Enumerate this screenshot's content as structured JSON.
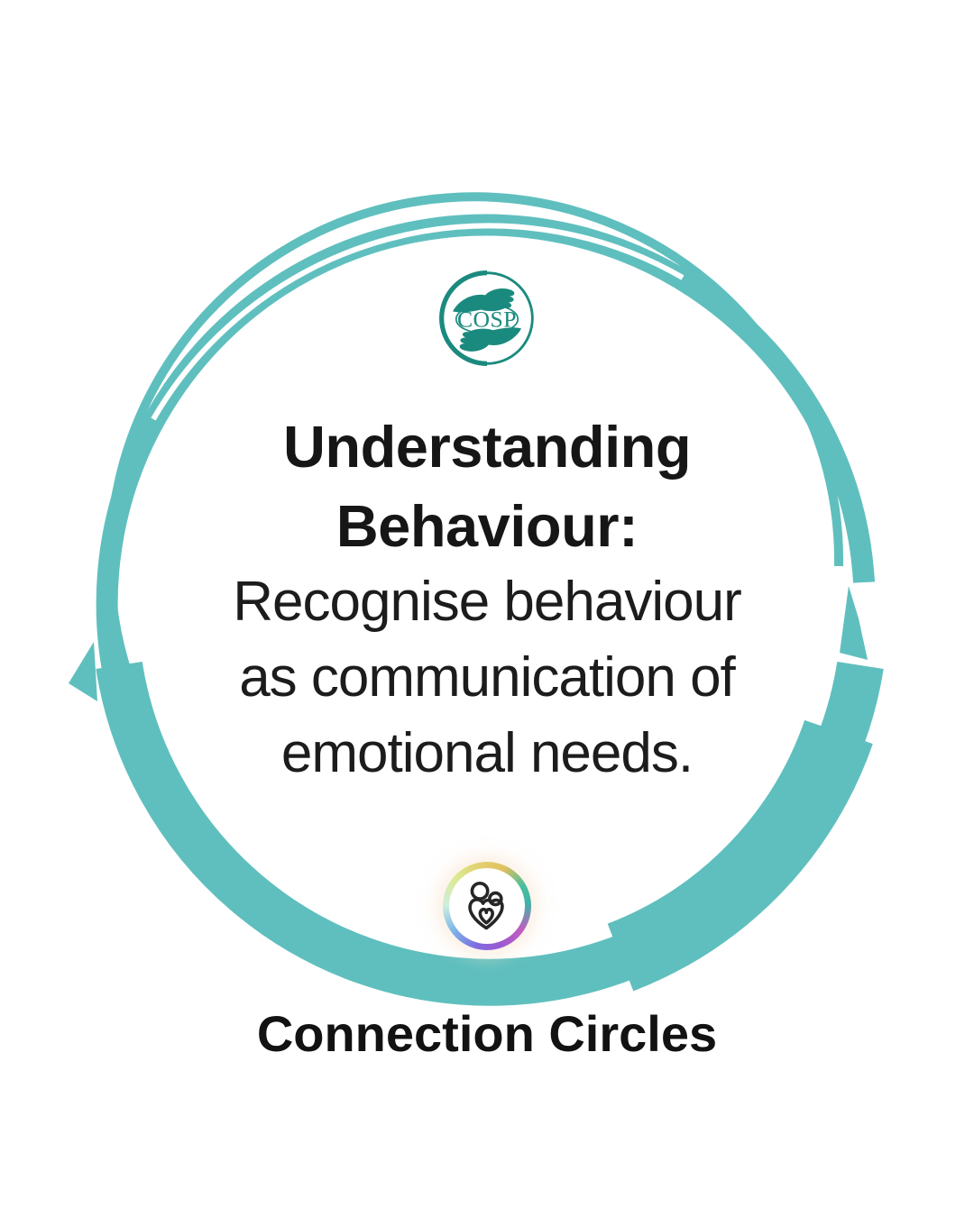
{
  "colors": {
    "brush_teal": "#5fbfbe",
    "cosp_teal": "#1b8a7e",
    "text_ink": "#161616",
    "background": "#ffffff",
    "family_ring": [
      "#cdeedd",
      "#dce98f",
      "#e3cf6f",
      "#4bbf9f",
      "#c05ec0",
      "#9b59d0",
      "#7e6ce0",
      "#7fb7e8"
    ]
  },
  "brand": {
    "cosp_label": "COSP",
    "cosp_icon": "two-hands-circle-icon",
    "family_icon": "parent-child-heart-icon"
  },
  "card": {
    "title_line1": "Understanding",
    "title_line2": "Behaviour:",
    "body_line1": "Recognise behaviour",
    "body_line2": "as communication of",
    "body_line3": "emotional needs."
  },
  "footer": {
    "brand_name": "Connection Circles"
  }
}
